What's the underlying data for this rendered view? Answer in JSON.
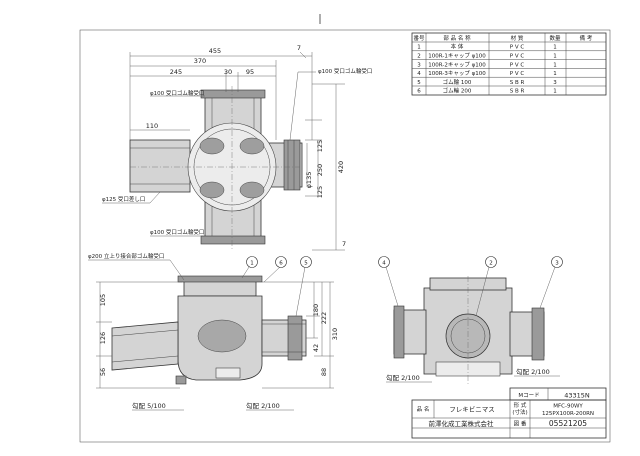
{
  "parts_table": {
    "headers": [
      "番号",
      "部 品 名 称",
      "材 質",
      "数量",
      "備 考"
    ],
    "rows": [
      [
        "1",
        "本 体",
        "P V C",
        "1",
        ""
      ],
      [
        "2",
        "100R-1キャップ φ100",
        "P V C",
        "1",
        ""
      ],
      [
        "3",
        "100R-2キャップ φ100",
        "P V C",
        "1",
        ""
      ],
      [
        "4",
        "100R-3キャップ φ100",
        "P V C",
        "1",
        ""
      ],
      [
        "5",
        "ゴム輪 100",
        "S B R",
        "3",
        ""
      ],
      [
        "6",
        "ゴム輪 200",
        "S B R",
        "1",
        ""
      ]
    ]
  },
  "top_view": {
    "dims": {
      "overall": "455",
      "upper": "370",
      "left_span": "245",
      "mid_a": "30",
      "mid_b": "95",
      "left_stub": "110",
      "tick_top": "7",
      "tick_bottom": "7",
      "height": "420",
      "h_upper": "125",
      "h_mid": "250",
      "h_lower": "125",
      "phi135": "φ135"
    },
    "labels": {
      "rubber_top_right": "φ100 受口ゴム輪受口",
      "rubber_top_left": "φ100 受口ゴム輪受口",
      "rubber_left": "φ125 受口差し口",
      "rubber_bottom": "φ100 受口ゴム輪受口"
    }
  },
  "front_view": {
    "dims": {
      "d105": "105",
      "d126": "126",
      "d56": "56",
      "d180": "180",
      "d222": "222",
      "d310": "310",
      "d42": "42",
      "d88": "88"
    },
    "labels": {
      "top_opening": "φ200 立上り接合部ゴム輪受口",
      "slope_left": "勾配 5/100",
      "slope_right": "勾配 2/100"
    },
    "balloons": [
      "1",
      "6",
      "5"
    ]
  },
  "side_view": {
    "balloons": [
      "4",
      "2",
      "3"
    ],
    "labels": {
      "slope_left": "勾配 2/100",
      "slope_right": "勾配 2/100"
    }
  },
  "title_block": {
    "m_code_label": "Mコード",
    "m_code": "43315N",
    "model_label": "形 式",
    "model_note": "(寸法)",
    "model_value": "MFC-90WY",
    "model_sub": "125PX100R-200RN",
    "name_label": "品 名",
    "name_value": "フレキビニマス",
    "company": "前澤化成工業株式会社",
    "drawing_label": "図 番",
    "drawing_no": "05521205"
  }
}
